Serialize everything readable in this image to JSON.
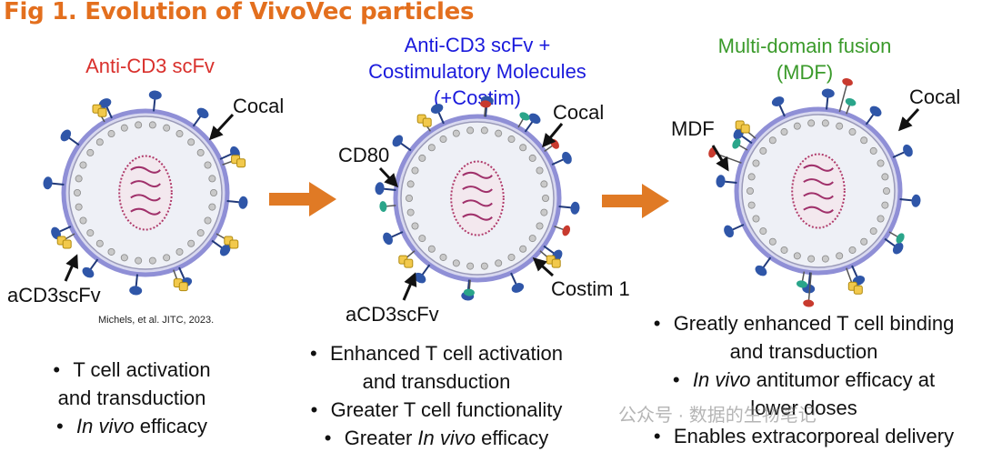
{
  "title": "Fig 1. Evolution of VivoVec particles",
  "panel1": {
    "title": "Anti-CD3 scFv",
    "label_cocal": "Cocal",
    "label_scfv": "aCD3scFv",
    "citation": "Michels, et al. JITC, 2023.",
    "bullets": [
      {
        "text": "T cell activation",
        "cont": "and transduction"
      },
      {
        "pre": "",
        "italic": "In vivo",
        "post": " efficacy"
      }
    ]
  },
  "panel2": {
    "title_lines": [
      "Anti-CD3 scFv +",
      "Costimulatory Molecules",
      "(+Costim)"
    ],
    "label_cocal": "Cocal",
    "label_cd80": "CD80",
    "label_costim": "Costim 1",
    "label_scfv": "aCD3scFv",
    "bullets": [
      {
        "text": "Enhanced T cell activation",
        "cont": "and transduction"
      },
      {
        "text": "Greater T cell functionality"
      },
      {
        "pre": "Greater ",
        "italic": "In vivo",
        "post": " efficacy"
      }
    ]
  },
  "panel3": {
    "title_lines": [
      "Multi-domain fusion",
      "(MDF)"
    ],
    "label_cocal": "Cocal",
    "label_mdf": "MDF",
    "bullets": [
      {
        "text": "Greatly enhanced T cell binding",
        "cont": "and transduction"
      },
      {
        "pre": "",
        "italic": "In vivo",
        "post": " antitumor efficacy at",
        "cont": "lower doses"
      },
      {
        "text": "Enables extracorporeal delivery"
      }
    ]
  },
  "watermark": "公众号 · 数据的生物笔记",
  "colors": {
    "title": "#e36f1e",
    "arrow": "#e07a25",
    "membrane": "#8f8fd6",
    "glycoprotein": "#2f56a8",
    "scfv": "#f2c94c",
    "cd80": "#2aa58a",
    "costim": "#c83a2e"
  }
}
